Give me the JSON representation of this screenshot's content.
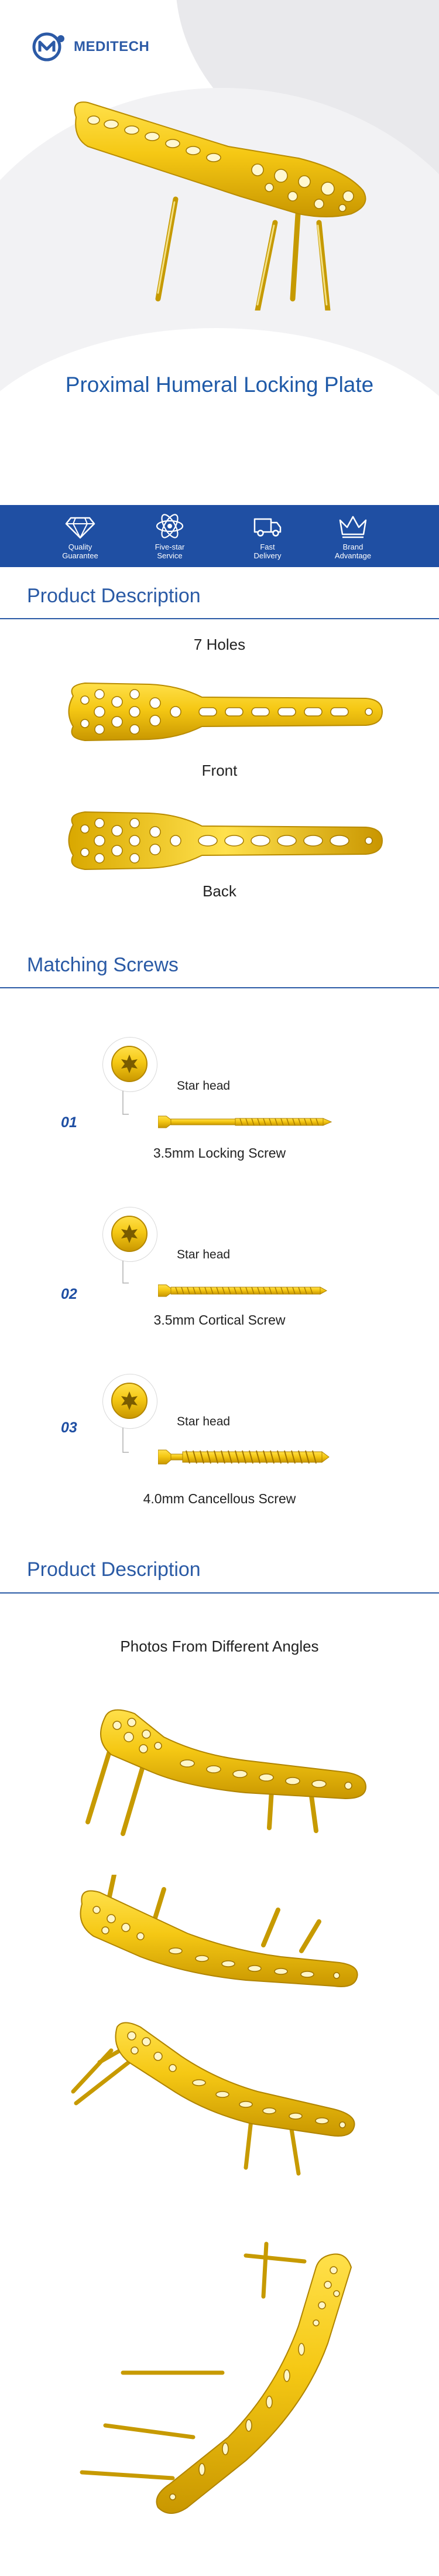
{
  "brand": {
    "name": "MEDITECH",
    "color": "#2c5aa6"
  },
  "hero": {
    "title": "Proximal Humeral Locking Plate"
  },
  "features": [
    {
      "icon": "diamond-icon",
      "label": "Quality\nGuarantee"
    },
    {
      "icon": "atom-icon",
      "label": "Five-star\nService"
    },
    {
      "icon": "truck-icon",
      "label": "Fast\nDelivery"
    },
    {
      "icon": "crown-icon",
      "label": "Brand\nAdvantage"
    }
  ],
  "colors": {
    "accent": "#1f4fa3",
    "gold": "#f0c419",
    "gold_dark": "#c79a00"
  },
  "product_description": {
    "title": "Product Description",
    "holes_label": "7 Holes",
    "front_label": "Front",
    "back_label": "Back"
  },
  "matching_screws": {
    "title": "Matching Screws",
    "items": [
      {
        "num": "01",
        "head_label": "Star head",
        "name": "3.5mm Locking Screw"
      },
      {
        "num": "02",
        "head_label": "Star head",
        "name": "3.5mm Cortical Screw"
      },
      {
        "num": "03",
        "head_label": "Star head",
        "name": "4.0mm Cancellous Screw"
      }
    ]
  },
  "photos_section": {
    "title": "Product Description",
    "subtitle": "Photos From Different Angles"
  }
}
